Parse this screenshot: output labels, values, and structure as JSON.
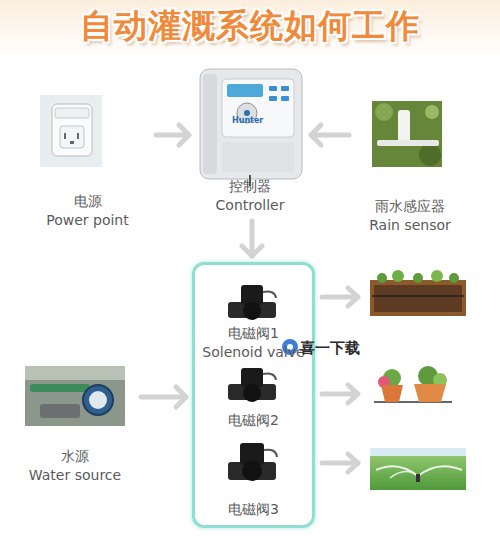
{
  "diagram": {
    "title": "自动灌溉系统如何工作",
    "nodes": [
      {
        "text": [
          "电源",
          "Power point"
        ]
      },
      {
        "text": [
          "控制器",
          "Controller"
        ]
      },
      {
        "text": [
          "雨水感应器",
          "Rain sensor"
        ]
      },
      {
        "text": []
      },
      {
        "text": [
          "电磁阀1",
          "Solenoid valve"
        ],
        "in": 3
      },
      {
        "text": [
          "电磁阀2"
        ],
        "in": 3
      },
      {
        "text": [
          "电磁阀3"
        ],
        "in": 3
      },
      {
        "text": [
          "水源",
          "Water source"
        ]
      }
    ],
    "edges": [
      {
        "from": 0,
        "to": 1,
        "arrow": "to"
      },
      {
        "from": 2,
        "to": 1,
        "arrow": "to"
      },
      {
        "from": 1,
        "to": 3,
        "arrow": "to"
      },
      {
        "from": 7,
        "to": 3,
        "arrow": "to"
      }
    ],
    "labels": [
      "Hunter",
      "喜一下载"
    ]
  }
}
